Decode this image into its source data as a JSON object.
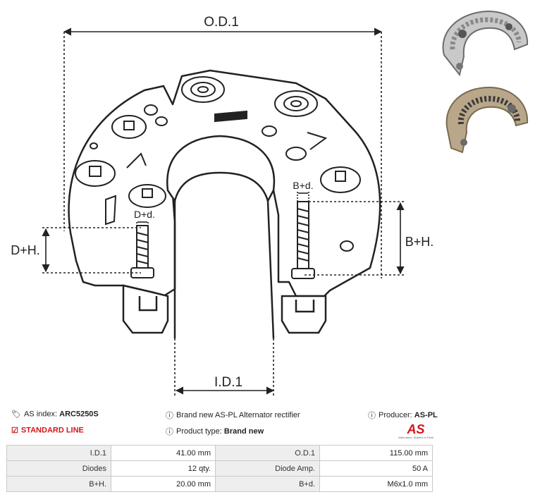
{
  "dimensions": {
    "od": "O.D.1",
    "id": "I.D.1",
    "dh": "D+H.",
    "bh": "B+H.",
    "dd": "D+d.",
    "bd": "B+d."
  },
  "info": {
    "as_index_label": "AS index:",
    "as_index_value": "ARC5250S",
    "description": "Brand new AS-PL Alternator rectifier",
    "producer_label": "Producer:",
    "producer_value": "AS-PL",
    "line": "STANDARD LINE",
    "product_type_label": "Product type:",
    "product_type_value": "Brand new",
    "logo_text": "AS",
    "logo_tagline": "Alternators, Starters & Parts"
  },
  "specs": [
    {
      "l1": "I.D.1",
      "v1": "41.00 mm",
      "l2": "O.D.1",
      "v2": "115.00 mm"
    },
    {
      "l1": "Diodes",
      "v1": "12 qty.",
      "l2": "Diode Amp.",
      "v2": "50 A"
    },
    {
      "l1": "B+H.",
      "v1": "20.00 mm",
      "l2": "B+d.",
      "v2": "M6x1.0 mm"
    }
  ],
  "icons": {
    "tag": "tag-icon",
    "info": "info-icon",
    "check": "checkbox-icon"
  },
  "colors": {
    "accent_red": "#d2151b",
    "photo_metal": "#8a8a8a",
    "photo_tan": "#b9a78a"
  }
}
